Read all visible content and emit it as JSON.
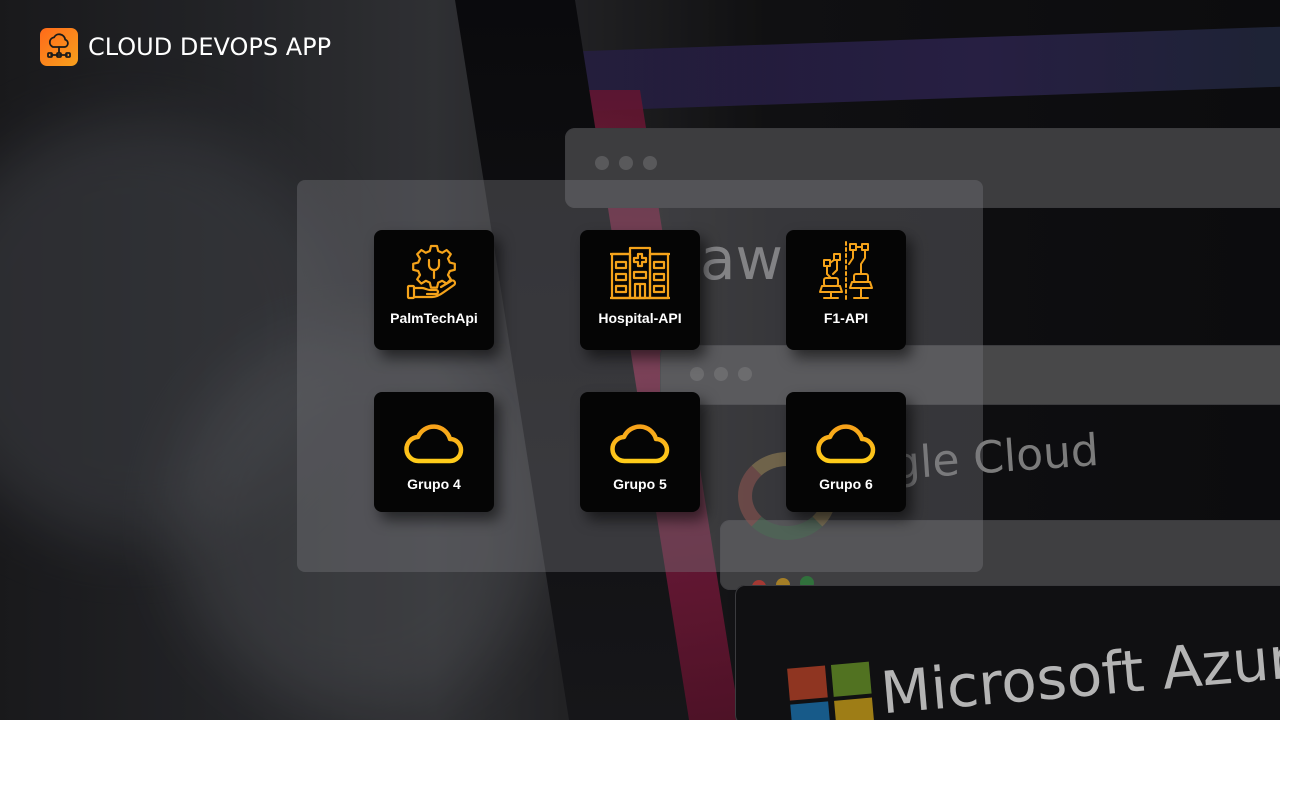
{
  "app": {
    "title": "CLOUD DEVOPS APP",
    "logo_icon": "cloud-network-icon",
    "accent_color": "#f5a31a"
  },
  "background": {
    "texts": [
      "aws",
      "gle Cloud",
      "Microsoft Azure"
    ]
  },
  "projects": [
    {
      "label": "PalmTechApi",
      "icon": "gear-hand-icon"
    },
    {
      "label": "Hospital-API",
      "icon": "hospital-icon"
    },
    {
      "label": "F1-API",
      "icon": "robot-arms-icon"
    },
    {
      "label": "Grupo 4",
      "icon": "cloud-icon"
    },
    {
      "label": "Grupo 5",
      "icon": "cloud-icon"
    },
    {
      "label": "Grupo 6",
      "icon": "cloud-icon"
    }
  ]
}
